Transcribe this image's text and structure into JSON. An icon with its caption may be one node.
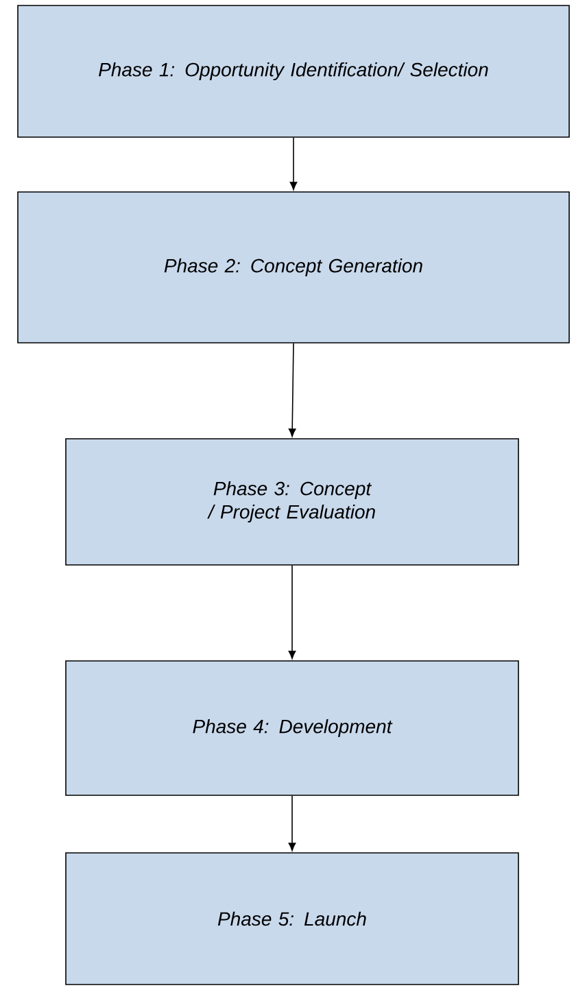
{
  "diagram": {
    "nodes": [
      {
        "text": [
          "Phase 1: Opportunity Identification/ Selection"
        ]
      },
      {
        "text": [
          "Phase 2: Concept Generation"
        ]
      },
      {
        "text": [
          "Phase 3: Concept / Project Evaluation"
        ]
      },
      {
        "text": [
          "Phase 4: Development"
        ]
      },
      {
        "text": [
          "Phase 5: Launch"
        ]
      }
    ],
    "edges": [
      {
        "from": 0,
        "to": 1,
        "arrow": "to"
      },
      {
        "from": 1,
        "to": 2,
        "arrow": "to"
      },
      {
        "from": 2,
        "to": 3,
        "arrow": "to"
      },
      {
        "from": 3,
        "to": 4,
        "arrow": "to"
      }
    ]
  }
}
